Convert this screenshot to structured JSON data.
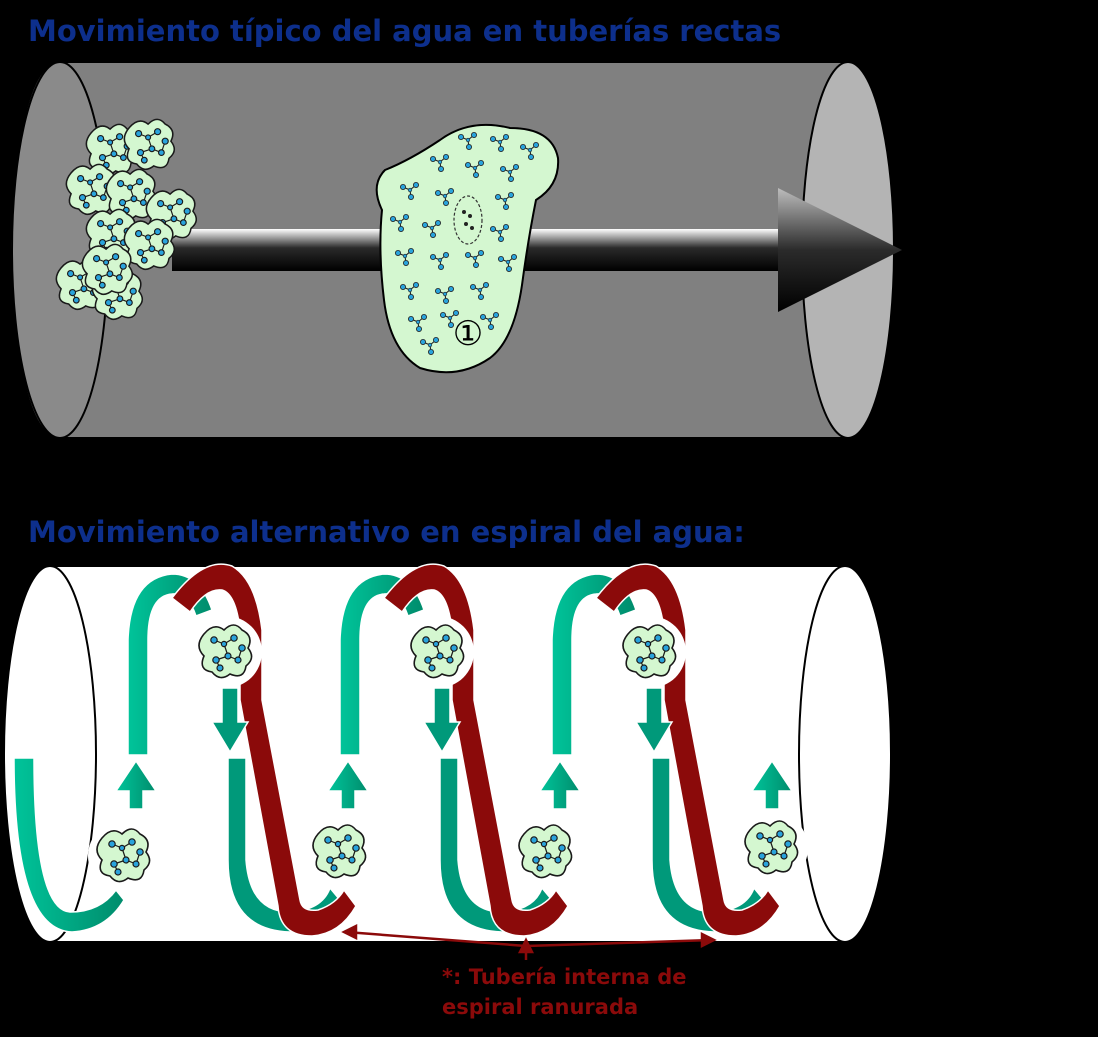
{
  "titles": {
    "straight": "Movimiento típico del agua en tuberías rectas",
    "spiral": "Movimiento alternativo en espiral del agua:"
  },
  "marker_label": "①",
  "note": {
    "line1": "*: Tubería interna de",
    "line2": "espiral ranurada"
  },
  "colors": {
    "pipe_gray": "#808080",
    "pipe_end": "#b4b4b4",
    "water_green": "#d4f7d0",
    "molecule_blue": "#29a3dc",
    "spiral_teal": "#00a884",
    "spiral_red": "#8b0a0a",
    "title_blue": "#0d2f8c"
  }
}
